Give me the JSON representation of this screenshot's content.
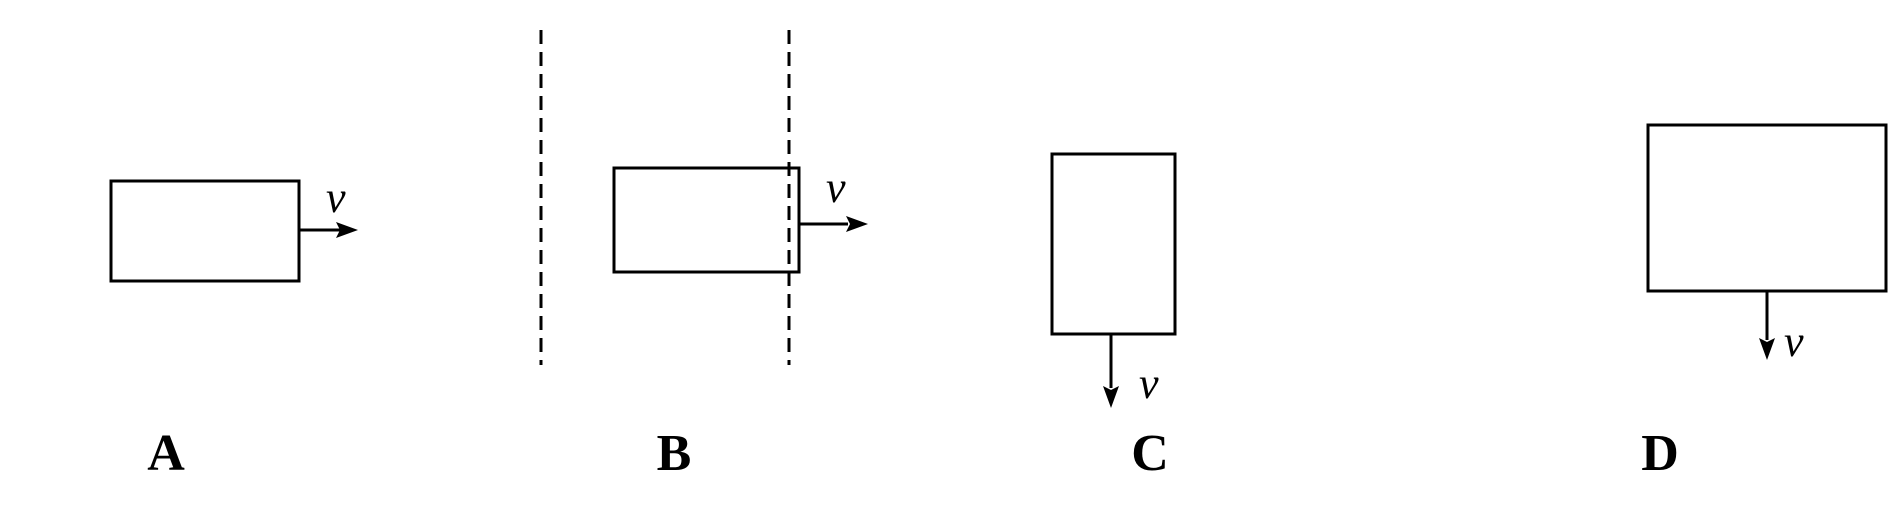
{
  "panels": {
    "a": {
      "label": "A",
      "velocity_symbol": "v"
    },
    "b": {
      "label": "B",
      "velocity_symbol": "v"
    },
    "c": {
      "label": "C",
      "velocity_symbol": "v"
    },
    "d": {
      "label": "D",
      "velocity_symbol": "v"
    }
  },
  "colors": {
    "ink": "#000000",
    "background": "#ffffff"
  },
  "icons": {
    "field_marker": "cross-icon"
  }
}
